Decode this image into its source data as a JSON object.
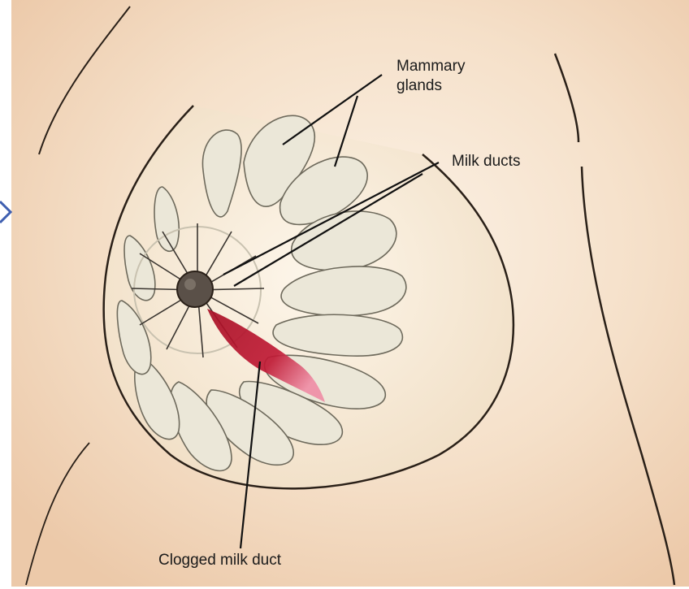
{
  "labels": {
    "mammary_glands_line1": "Mammary",
    "mammary_glands_line2": "glands",
    "milk_ducts": "Milk ducts",
    "clogged_milk_duct": "Clogged milk duct"
  },
  "colors": {
    "skin": "#f3dcc4",
    "skin_light": "#fbf0e2",
    "gland_fill": "#ebe7d8",
    "gland_stroke": "#6e6a5c",
    "outline": "#2a2018",
    "nipple": "#5a5048",
    "clog_red": "#b3122a",
    "clog_pink": "#e87a95",
    "arrow_blue": "#3f5fb0"
  },
  "icons": [
    "nav-arrow-icon"
  ]
}
